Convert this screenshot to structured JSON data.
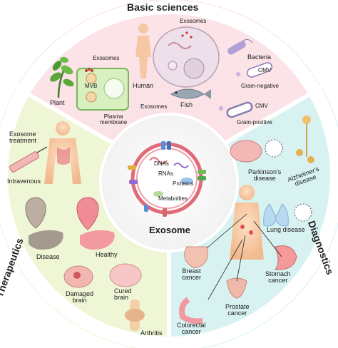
{
  "sections": {
    "basic": "Basic sciences",
    "therapeutics": "Therapeutics",
    "diagnostics": "Diagnostics"
  },
  "center": {
    "title": "Exosome",
    "cargo": [
      "DNAs",
      "RNAs",
      "Proteins",
      "Metabolites"
    ]
  },
  "basic": {
    "plant": "Plant",
    "exosomes_plant": "Exosomes",
    "mvb": "MVB",
    "plasma_membrane": [
      "Plasma",
      "membrane"
    ],
    "human": "Human",
    "exosomes_human": "Exosomes",
    "exosomes_fish": "Exosomes",
    "fish": "Fish",
    "bacteria": "Bacteria",
    "omv": "OMV",
    "gram_negative": "Gram-negative",
    "cmv": "CMV",
    "gram_positive": "Gram-positive"
  },
  "therapeutics": {
    "treatment": [
      "Exosome",
      "treatment"
    ],
    "intravenous": "Intravenous",
    "disease": "Disease",
    "healthy": "Healthy",
    "damaged_brain": [
      "Damaged",
      "brain"
    ],
    "cured_brain": [
      "Cured",
      "brain"
    ],
    "arthritis": "Arthritis"
  },
  "diagnostics": {
    "parkinsons": [
      "Parkinson's",
      "disease"
    ],
    "alzheimers": [
      "Alzheimer's",
      "disease"
    ],
    "lung": "Lung disease",
    "breast": [
      "Breast",
      "cancer"
    ],
    "stomach": [
      "Stomach",
      "cancer"
    ],
    "prostate": [
      "Prostate",
      "cancer"
    ],
    "colorectal": [
      "Colorectal",
      "cancer"
    ]
  },
  "colors": {
    "basic_bg": "#fbe1e6",
    "therapeutics_bg": "#eef6d5",
    "diagnostics_bg": "#d8f2f2",
    "divider": "#ffffff",
    "exosome_ring": "#e06a78"
  }
}
